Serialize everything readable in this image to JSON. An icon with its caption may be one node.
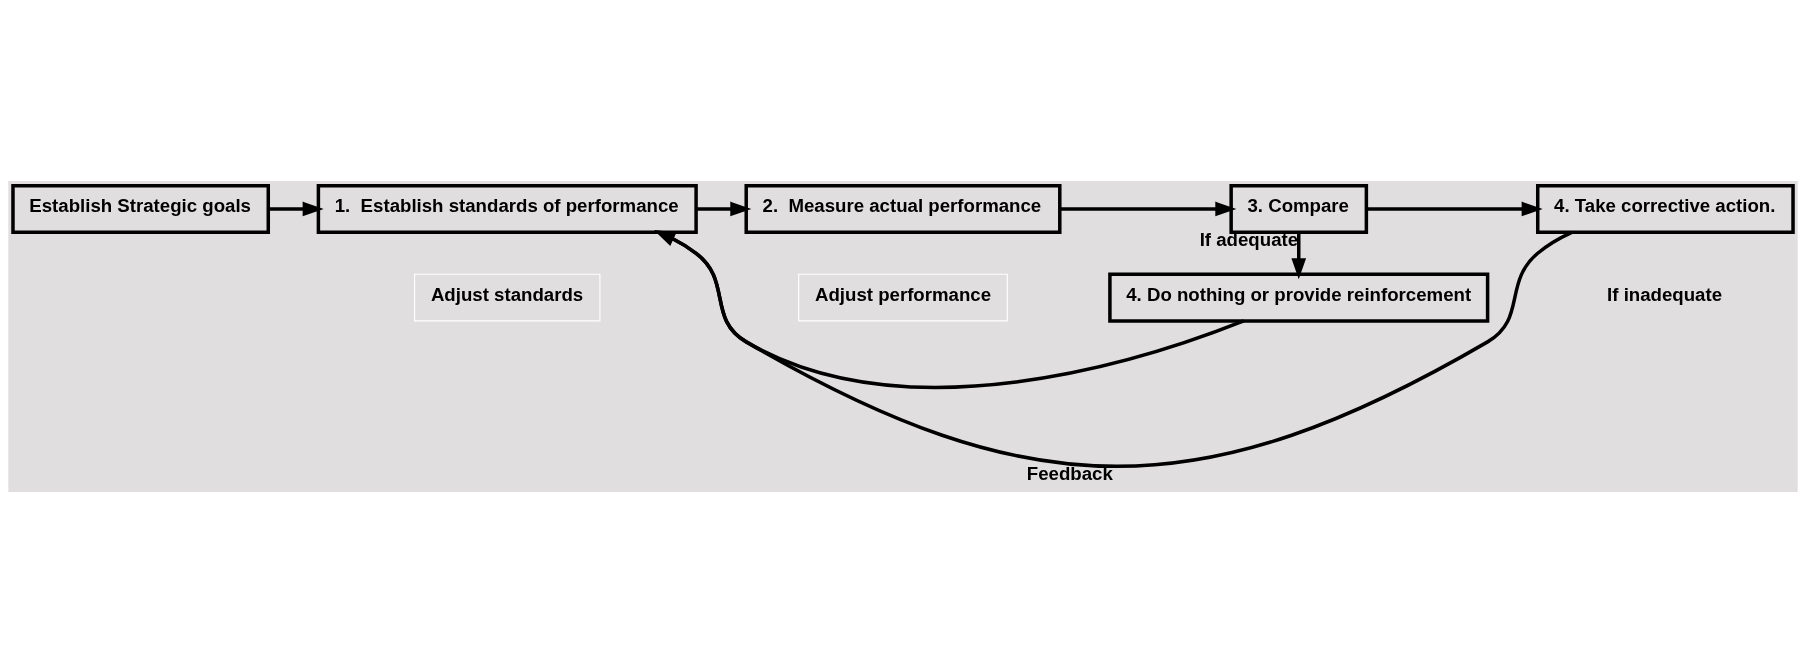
{
  "diagram": {
    "nodes": [
      {
        "text": [
          "Establish Strategic goals"
        ]
      },
      {
        "text": [
          "1.  Establish standards of performance"
        ]
      },
      {
        "text": [
          "2.  Measure actual performance"
        ]
      },
      {
        "text": [
          "3. Compare"
        ]
      },
      {
        "text": [
          "4. Take corrective action."
        ]
      },
      {
        "text": [
          "4. Do nothing or provide reinforcement"
        ]
      },
      {
        "text": [
          "Adjust standards"
        ]
      },
      {
        "text": [
          "Adjust performance"
        ]
      }
    ],
    "edges": [
      {
        "from": 0,
        "to": 1,
        "arrow": "to"
      },
      {
        "from": 1,
        "to": 2,
        "arrow": "to"
      },
      {
        "from": 2,
        "to": 3,
        "arrow": "to"
      },
      {
        "from": 3,
        "to": 4,
        "arrow": "to"
      },
      {
        "from": 4,
        "to": 1,
        "arrow": "to",
        "label": "Feedback"
      },
      {
        "from": 3,
        "to": 5,
        "arrow": "to",
        "label": "If adequate"
      },
      {
        "from": 5,
        "to": 1,
        "arrow": "to"
      }
    ],
    "labels": [
      "If inadequate"
    ]
  }
}
